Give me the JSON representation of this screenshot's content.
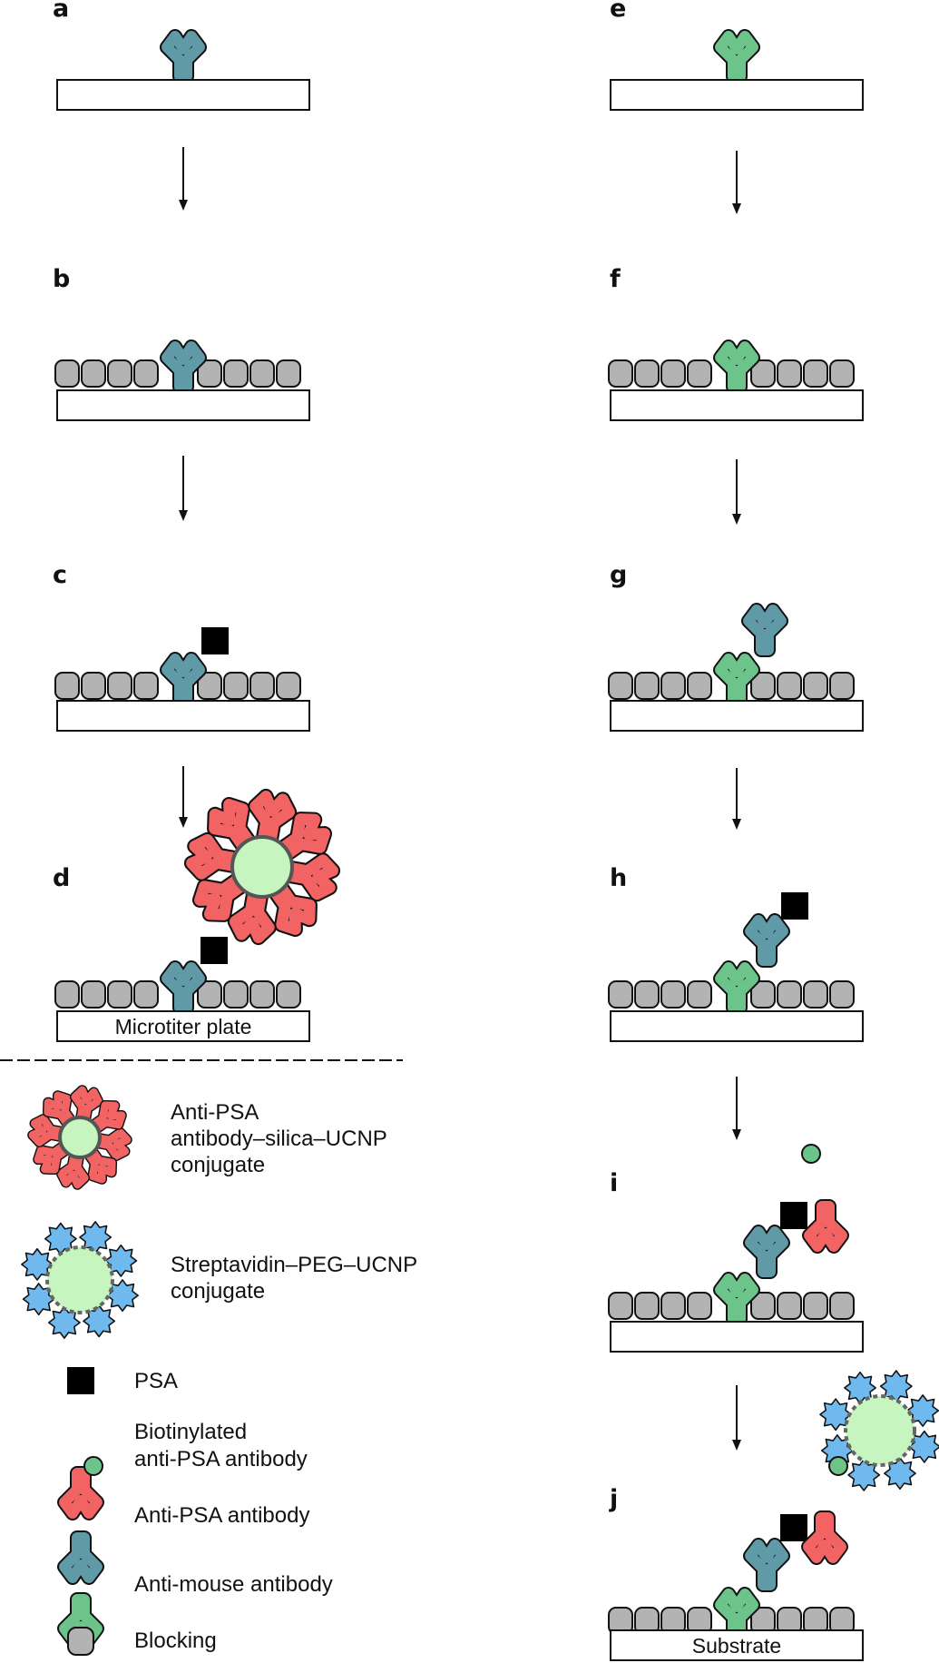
{
  "panels": {
    "a": "a",
    "b": "b",
    "c": "c",
    "d": "d",
    "e": "e",
    "f": "f",
    "g": "g",
    "h": "h",
    "i": "i",
    "j": "j"
  },
  "plate_labels": {
    "microtiter": "Microtiter plate",
    "substrate": "Substrate"
  },
  "legend": {
    "silica_conjugate": [
      "Anti-PSA",
      "antibody–silica–UCNP",
      "conjugate"
    ],
    "peg_conjugate": [
      "Streptavidin–PEG–UCNP",
      "conjugate"
    ],
    "psa": "PSA",
    "biotinylated": [
      "Biotinylated",
      "anti-PSA antibody"
    ],
    "anti_psa": "Anti-PSA antibody",
    "anti_mouse": "Anti-mouse antibody",
    "blocking": "Blocking"
  },
  "colors": {
    "anti_psa": "#5f9aa6",
    "anti_mouse": "#6cc48a",
    "biotinylated": "#f26464",
    "nanoparticle": "#c6f5c0",
    "streptavidin": "#6fb9ee",
    "blocking": "#b3b3b3",
    "psa": "#000000"
  }
}
